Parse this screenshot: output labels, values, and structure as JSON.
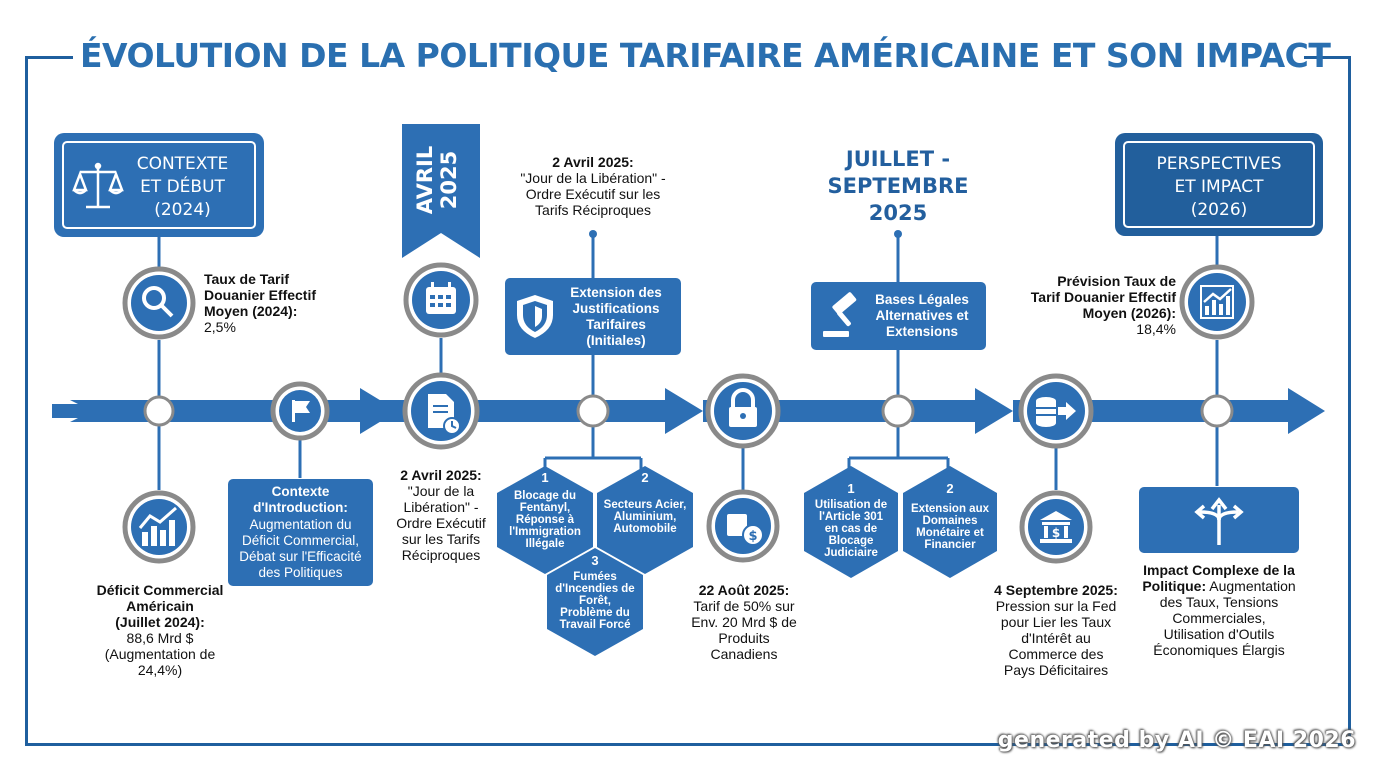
{
  "title": "ÉVOLUTION DE LA POLITIQUE TARIFAIRE AMÉRICAINE ET SON IMPACT",
  "colors": {
    "primary": "#2d6fb4",
    "dark": "#1f5f9e",
    "ring": "#8a8a8a"
  },
  "context": {
    "l1": "CONTEXTE",
    "l2": "ET DÉBUT",
    "l3": "(2024)"
  },
  "perspectives": {
    "l1": "PERSPECTIVES",
    "l2": "ET IMPACT",
    "l3": "(2026)"
  },
  "banner_april": "AVRIL 2025",
  "banner_july": {
    "l1": "JUILLET -",
    "l2": "SEPTEMBRE",
    "l3": "2025"
  },
  "tarif2024": {
    "l1": "Taux de Tarif",
    "l2": "Douanier Effectif",
    "l3": "Moyen (2024):",
    "v": "2,5%"
  },
  "deficit": {
    "l1": "Déficit Commercial",
    "l2": "Américain",
    "l3": "(Juillet 2024):",
    "v1": "88,6 Mrd $",
    "v2": "(Augmentation de",
    "v3": "24,4%)"
  },
  "intro": {
    "l1": "Contexte",
    "l2": "d'Introduction:",
    "l3": "Augmentation du",
    "l4": "Déficit Commercial,",
    "l5": "Débat sur l'Efficacité",
    "l6": "des Politiques"
  },
  "april_top": {
    "l1": "2 Avril 2025:",
    "l2": "\"Jour de la Libération\" -",
    "l3": "Ordre Exécutif sur les",
    "l4": "Tarifs Réciproques"
  },
  "april_bottom": {
    "l1": "2 Avril 2025:",
    "l2": "\"Jour de la",
    "l3": "Libération\" -",
    "l4": "Ordre Exécutif",
    "l5": "sur les Tarifs",
    "l6": "Réciproques"
  },
  "justif": {
    "l1": "Extension des",
    "l2": "Justifications",
    "l3": "Tarifaires",
    "l4": "(Initiales)"
  },
  "hex_left": [
    {
      "n": "1",
      "l1": "Blocage du",
      "l2": "Fentanyl,",
      "l3": "Réponse à",
      "l4": "l'Immigration",
      "l5": "Illégale"
    },
    {
      "n": "2",
      "l1": "Secteurs Acier,",
      "l2": "Aluminium,",
      "l3": "Automobile",
      "l4": "",
      "l5": ""
    },
    {
      "n": "3",
      "l1": "Fumées",
      "l2": "d'Incendies de",
      "l3": "Forêt,",
      "l4": "Problème du",
      "l5": "Travail Forcé"
    }
  ],
  "aug": {
    "l1": "22 Août 2025:",
    "l2": "Tarif de 50% sur",
    "l3": "Env. 20 Mrd $ de",
    "l4": "Produits",
    "l5": "Canadiens"
  },
  "legal": {
    "l1": "Bases Légales",
    "l2": "Alternatives et",
    "l3": "Extensions"
  },
  "hex_right": [
    {
      "n": "1",
      "l1": "Utilisation de",
      "l2": "l'Article 301",
      "l3": "en cas de",
      "l4": "Blocage",
      "l5": "Judiciaire"
    },
    {
      "n": "2",
      "l1": "Extension aux",
      "l2": "Domaines",
      "l3": "Monétaire et",
      "l4": "Financier",
      "l5": ""
    }
  ],
  "sept": {
    "l1": "4 Septembre 2025:",
    "l2": "Pression sur la Fed",
    "l3": "pour Lier les Taux",
    "l4": "d'Intérêt au",
    "l5": "Commerce des",
    "l6": "Pays Déficitaires"
  },
  "tarif2026": {
    "l1": "Prévision Taux de",
    "l2": "Tarif Douanier Effectif",
    "l3": "Moyen (2026):",
    "v": "18,4%"
  },
  "impact": {
    "l1": "Impact Complexe de la",
    "l2": "Politique:",
    "l2b": " Augmentation",
    "l3": "des Taux, Tensions",
    "l4": "Commerciales,",
    "l5": "Utilisation d'Outils",
    "l6": "Économiques Élargis"
  },
  "watermark": "generated by AI © EAI 2026",
  "icons": [
    "scales-icon",
    "search-icon",
    "bar-chart-icon",
    "flag-icon",
    "calendar-icon",
    "document-clock-icon",
    "shield-icon",
    "lock-icon",
    "money-icon",
    "gavel-icon",
    "coins-arrow-icon",
    "bank-icon",
    "growth-chart-icon",
    "split-arrows-icon"
  ]
}
